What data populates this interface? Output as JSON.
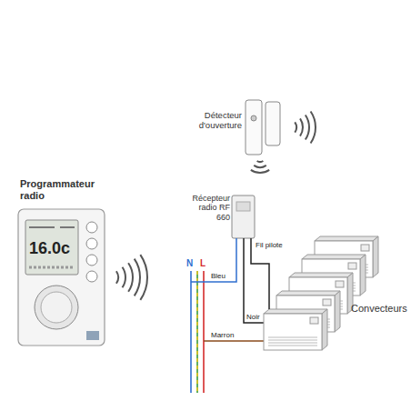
{
  "diagram": {
    "nodes": [
      {
        "text": [
          "Programmateur radio"
        ]
      },
      {
        "text": [
          "Détecteur d'ouverture"
        ]
      },
      {
        "text": [
          "Récepteur radio RF 660"
        ]
      },
      {
        "text": [
          "Convecteurs"
        ]
      }
    ],
    "edges": [
      {
        "from": 2,
        "to": 3,
        "arrow": "none",
        "label": "Fil pilote"
      }
    ],
    "labels": [
      "16.0c",
      "N",
      "L",
      "Noir",
      "Bleu",
      "Marron"
    ]
  }
}
